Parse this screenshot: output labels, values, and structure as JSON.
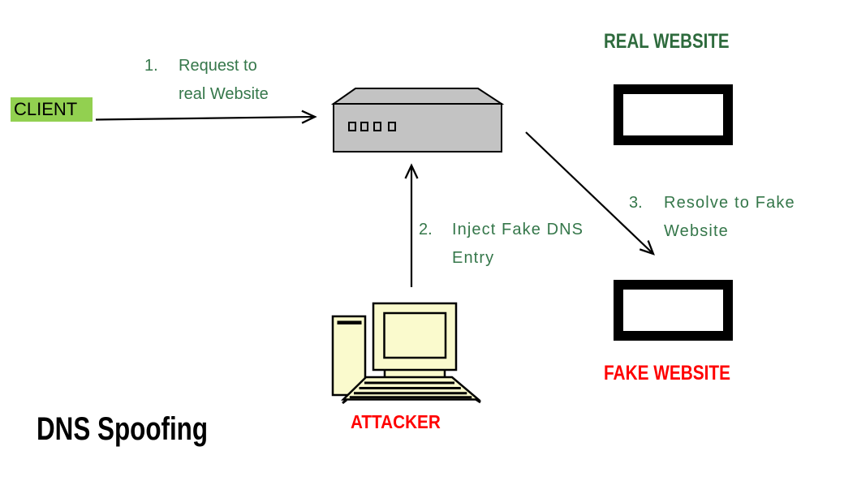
{
  "diagram_title": "DNS Spoofing",
  "colors": {
    "client_fill": "#92D050",
    "server_fill": "#C3C3C3",
    "computer_fill": "#FAFACD",
    "step_text_green": "#35774A",
    "heading_green": "#2E6B3D",
    "label_red": "#FF0000",
    "line_black": "#000000"
  },
  "nodes": {
    "client": {
      "label": "CLIENT"
    },
    "dns_server": {
      "icon": "dns-server"
    },
    "real_website": {
      "label": "REAL WEBSITE",
      "icon": "website-frame"
    },
    "fake_website": {
      "label": "FAKE WEBSITE",
      "icon": "website-frame"
    },
    "attacker": {
      "label": "ATTACKER",
      "icon": "desktop-computer"
    }
  },
  "steps": [
    {
      "number": "1.",
      "line1": "Request to",
      "line2": "real Website"
    },
    {
      "number": "2.",
      "line1": "Inject Fake DNS",
      "line2": "Entry"
    },
    {
      "number": "3.",
      "line1": "Resolve to Fake",
      "line2": "Website"
    }
  ]
}
